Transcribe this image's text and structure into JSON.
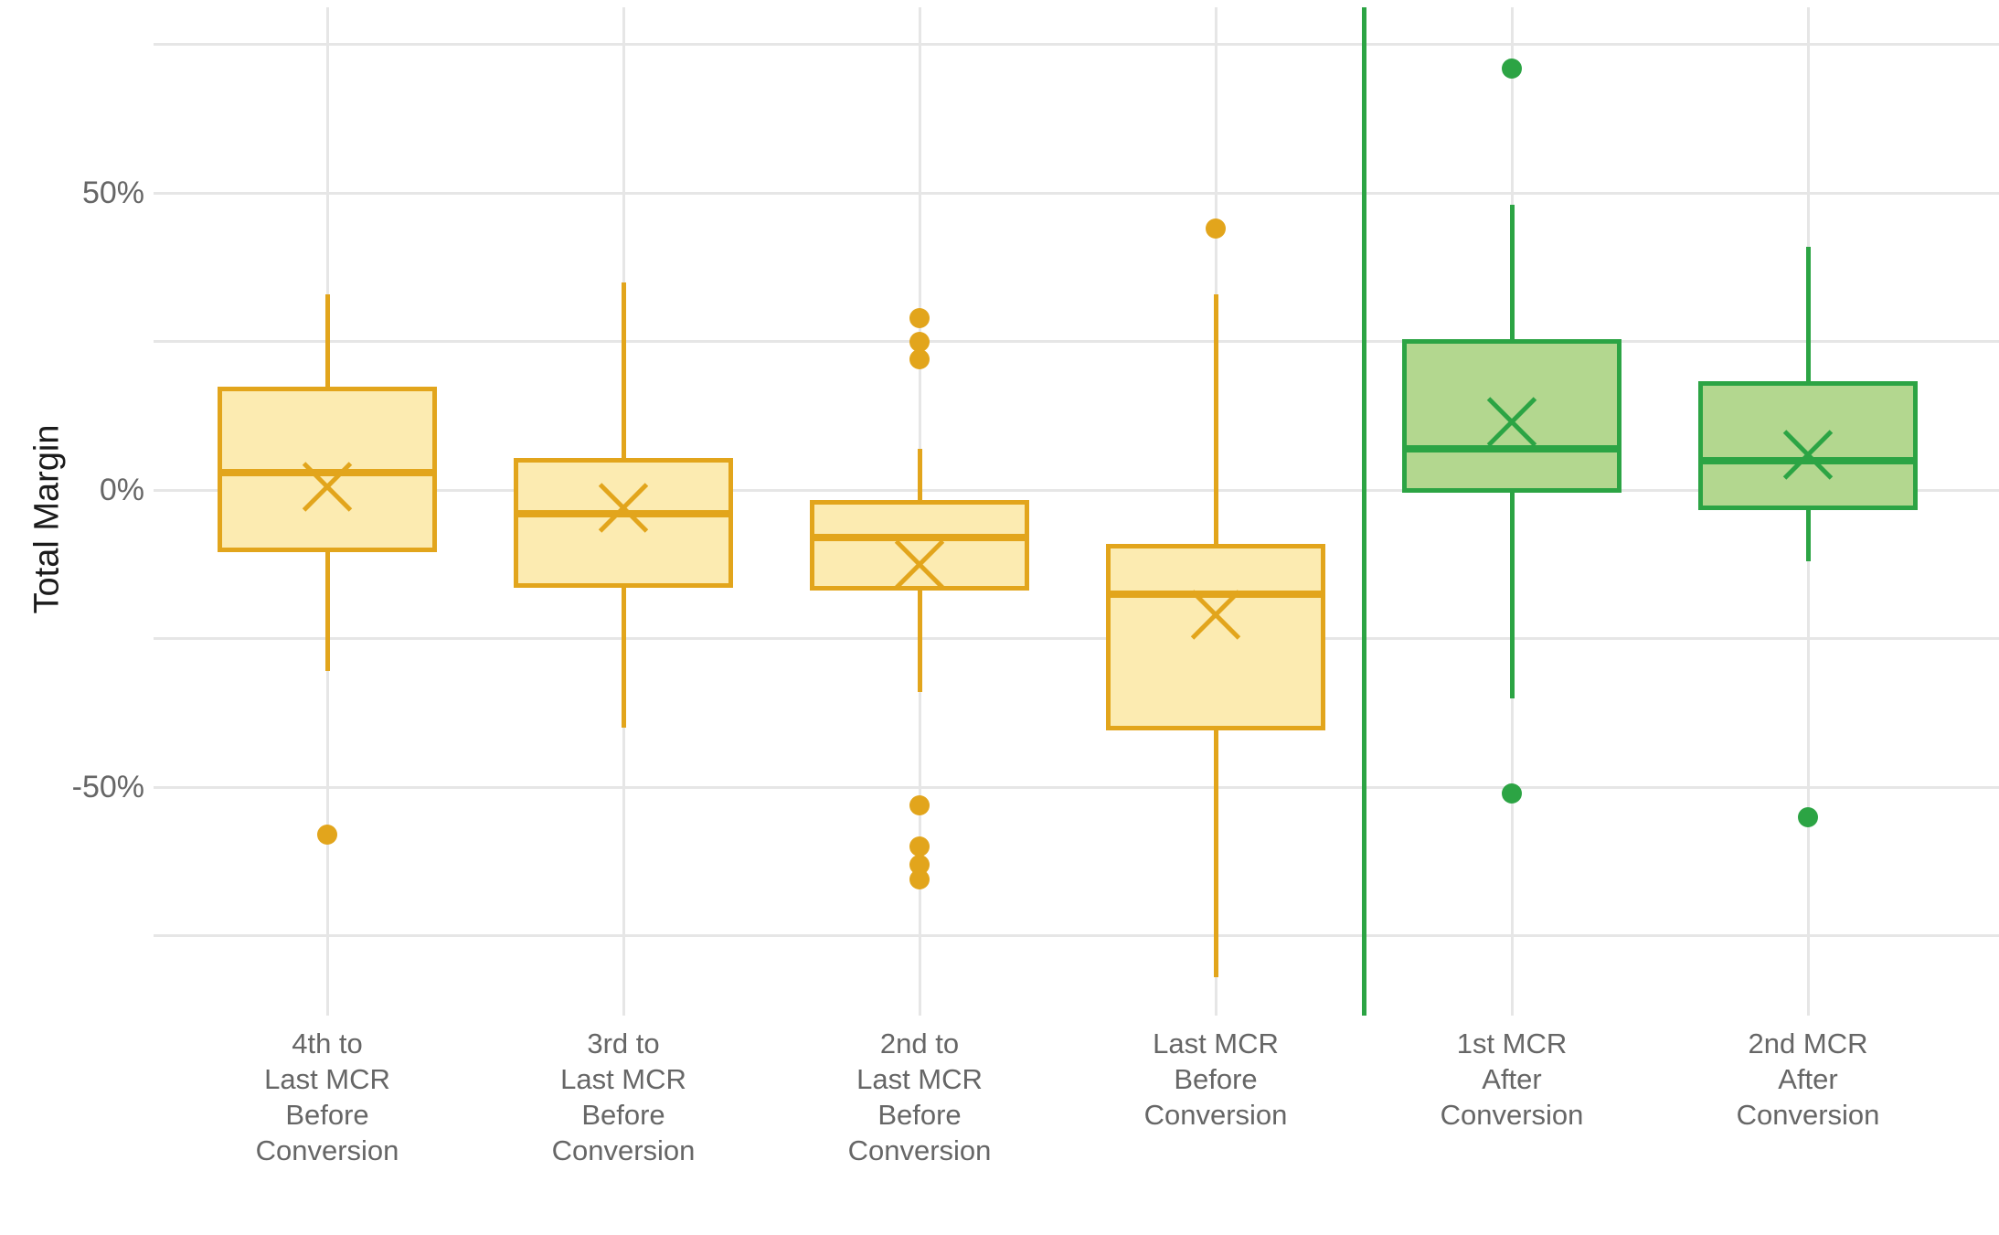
{
  "chart_data": {
    "type": "boxplot",
    "title": "",
    "xlabel": "",
    "ylabel": "Total Margin",
    "unit": "%",
    "ylim": [
      -88,
      80
    ],
    "grid": true,
    "legend": "none",
    "mean_marker": "x-cross",
    "y_axis": {
      "tick_labels": [
        "50%",
        "0%",
        "-50%"
      ],
      "tick_values": [
        50,
        0,
        -50
      ],
      "gridline_values": [
        75,
        50,
        25,
        0,
        -25,
        -50,
        -75
      ]
    },
    "groups": [
      {
        "name": "before-conversion",
        "stroke": "#E2A51C",
        "fill": "#FCEBB1"
      },
      {
        "name": "after-conversion",
        "stroke": "#2CA444",
        "fill": "#B3D78F"
      }
    ],
    "separator": {
      "between": [
        "Last MCR Before Conversion",
        "1st MCR After Conversion"
      ],
      "color": "#2CA444"
    },
    "categories": [
      {
        "label": "4th to Last MCR Before Conversion",
        "label_lines": [
          "4th to",
          "Last MCR",
          "Before",
          "Conversion"
        ],
        "group": "before-conversion",
        "whisker_low": -30.5,
        "q1": -10,
        "median": 3,
        "q3": 17,
        "whisker_high": 33,
        "mean": 0.5,
        "outliers": [
          -58
        ]
      },
      {
        "label": "3rd to Last MCR Before Conversion",
        "label_lines": [
          "3rd to",
          "Last MCR",
          "Before",
          "Conversion"
        ],
        "group": "before-conversion",
        "whisker_low": -40,
        "q1": -16,
        "median": -4,
        "q3": 5,
        "whisker_high": 35,
        "mean": -3,
        "outliers": []
      },
      {
        "label": "2nd to Last MCR Before Conversion",
        "label_lines": [
          "2nd to",
          "Last MCR",
          "Before",
          "Conversion"
        ],
        "group": "before-conversion",
        "whisker_low": -34,
        "q1": -16.5,
        "median": -8,
        "q3": -2,
        "whisker_high": 7,
        "mean": -12.5,
        "outliers": [
          29,
          25,
          22,
          -53,
          -60,
          -63,
          -65.5
        ]
      },
      {
        "label": "Last MCR Before Conversion",
        "label_lines": [
          "Last MCR",
          "Before",
          "Conversion"
        ],
        "group": "before-conversion",
        "whisker_low": -82,
        "q1": -40,
        "median": -17.5,
        "q3": -9.5,
        "whisker_high": 33,
        "mean": -21,
        "outliers": [
          44
        ]
      },
      {
        "label": "1st MCR After Conversion",
        "label_lines": [
          "1st MCR",
          "After",
          "Conversion"
        ],
        "group": "after-conversion",
        "whisker_low": -35,
        "q1": 0,
        "median": 7,
        "q3": 25,
        "whisker_high": 48,
        "mean": 11.5,
        "outliers": [
          71,
          -51
        ]
      },
      {
        "label": "2nd MCR After Conversion",
        "label_lines": [
          "2nd MCR",
          "After",
          "Conversion"
        ],
        "group": "after-conversion",
        "whisker_low": -12,
        "q1": -3,
        "median": 5,
        "q3": 18,
        "whisker_high": 41,
        "mean": 6,
        "outliers": [
          -55
        ]
      }
    ]
  },
  "colors": {
    "background": "#ffffff",
    "gridline": "#e6e6e6",
    "axis_text": "#666666",
    "axis_title_text": "#1b1b1b",
    "before_stroke": "#E2A51C",
    "before_fill": "#FCEBB1",
    "after_stroke": "#2CA444",
    "after_fill": "#B3D78F"
  }
}
